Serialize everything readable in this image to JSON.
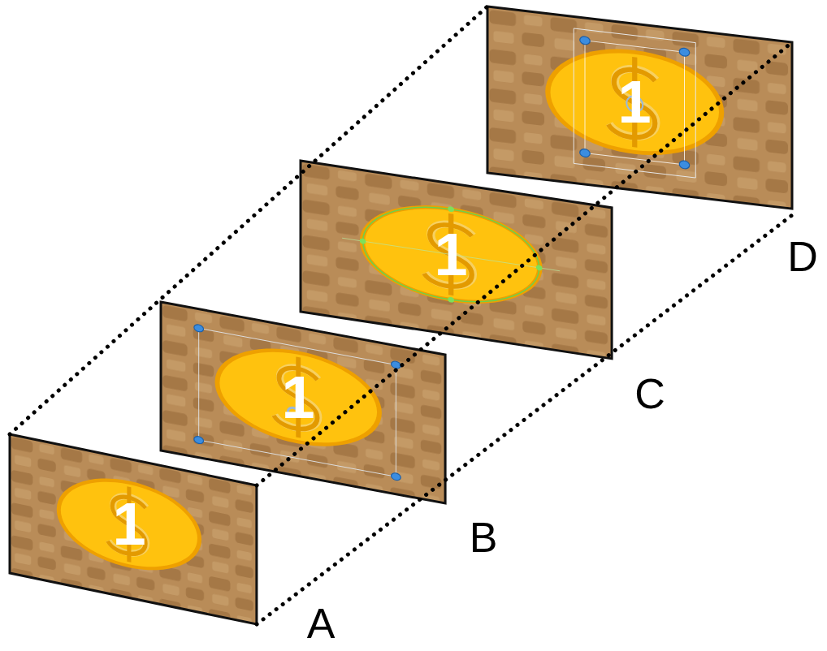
{
  "diagram": {
    "labels": [
      "1",
      "1",
      "1",
      "1",
      "A",
      "B",
      "C",
      "D"
    ]
  }
}
